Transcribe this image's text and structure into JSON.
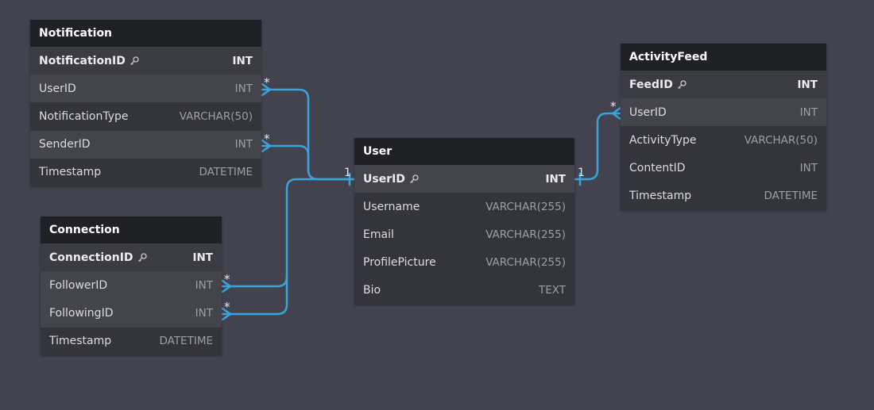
{
  "colors": {
    "background": "#42434f",
    "header": "#202124",
    "connector": "#3aa3dc"
  },
  "tables": {
    "notification": {
      "name": "Notification",
      "pk": {
        "name": "NotificationID",
        "type": "INT"
      },
      "rows": [
        {
          "name": "UserID",
          "type": "INT"
        },
        {
          "name": "NotificationType",
          "type": "VARCHAR(50)"
        },
        {
          "name": "SenderID",
          "type": "INT"
        },
        {
          "name": "Timestamp",
          "type": "DATETIME"
        }
      ]
    },
    "connection": {
      "name": "Connection",
      "pk": {
        "name": "ConnectionID",
        "type": "INT"
      },
      "rows": [
        {
          "name": "FollowerID",
          "type": "INT"
        },
        {
          "name": "FollowingID",
          "type": "INT"
        },
        {
          "name": "Timestamp",
          "type": "DATETIME"
        }
      ]
    },
    "user": {
      "name": "User",
      "pk": {
        "name": "UserID",
        "type": "INT"
      },
      "rows": [
        {
          "name": "Username",
          "type": "VARCHAR(255)"
        },
        {
          "name": "Email",
          "type": "VARCHAR(255)"
        },
        {
          "name": "ProfilePicture",
          "type": "VARCHAR(255)"
        },
        {
          "name": "Bio",
          "type": "TEXT"
        }
      ]
    },
    "activityfeed": {
      "name": "ActivityFeed",
      "pk": {
        "name": "FeedID",
        "type": "INT"
      },
      "rows": [
        {
          "name": "UserID",
          "type": "INT"
        },
        {
          "name": "ActivityType",
          "type": "VARCHAR(50)"
        },
        {
          "name": "ContentID",
          "type": "INT"
        },
        {
          "name": "Timestamp",
          "type": "DATETIME"
        }
      ]
    }
  },
  "relations": {
    "notification_user_from": "*",
    "notification_user_to": "1",
    "notification_sender_from": "*",
    "connection_follower_from": "*",
    "connection_following_from": "*",
    "user_side": "1",
    "activity_user_to": "1",
    "activity_user_from": "*"
  }
}
